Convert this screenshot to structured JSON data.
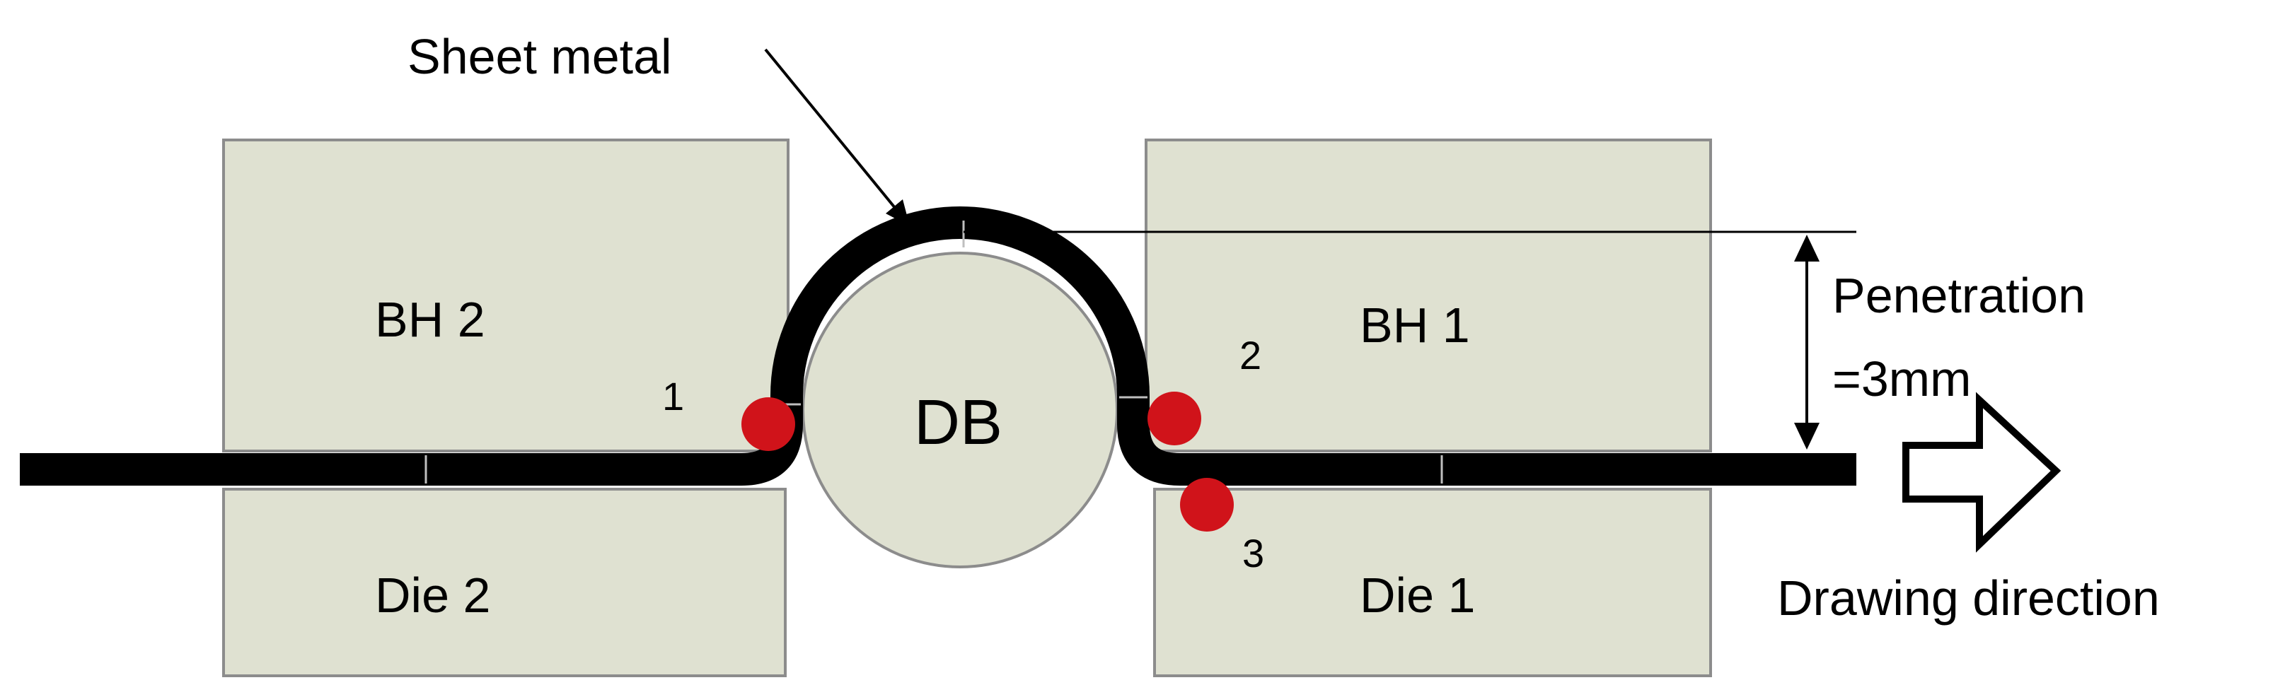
{
  "labels": {
    "sheet_metal": "Sheet metal",
    "bh2": "BH 2",
    "bh1": "BH 1",
    "die2": "Die 2",
    "die1": "Die 1",
    "db": "DB",
    "penetration_line1": "Penetration",
    "penetration_line2": "=3mm",
    "drawing_direction": "Drawing direction",
    "contact_1": "1",
    "contact_2": "2",
    "contact_3": "3"
  },
  "colors": {
    "block_fill": "#dfe1d1",
    "block_stroke": "#8c8c8c",
    "bead_fill": "#dfe1d1",
    "sheet": "#000000",
    "contact_point": "#d0131a",
    "text": "#000000"
  }
}
